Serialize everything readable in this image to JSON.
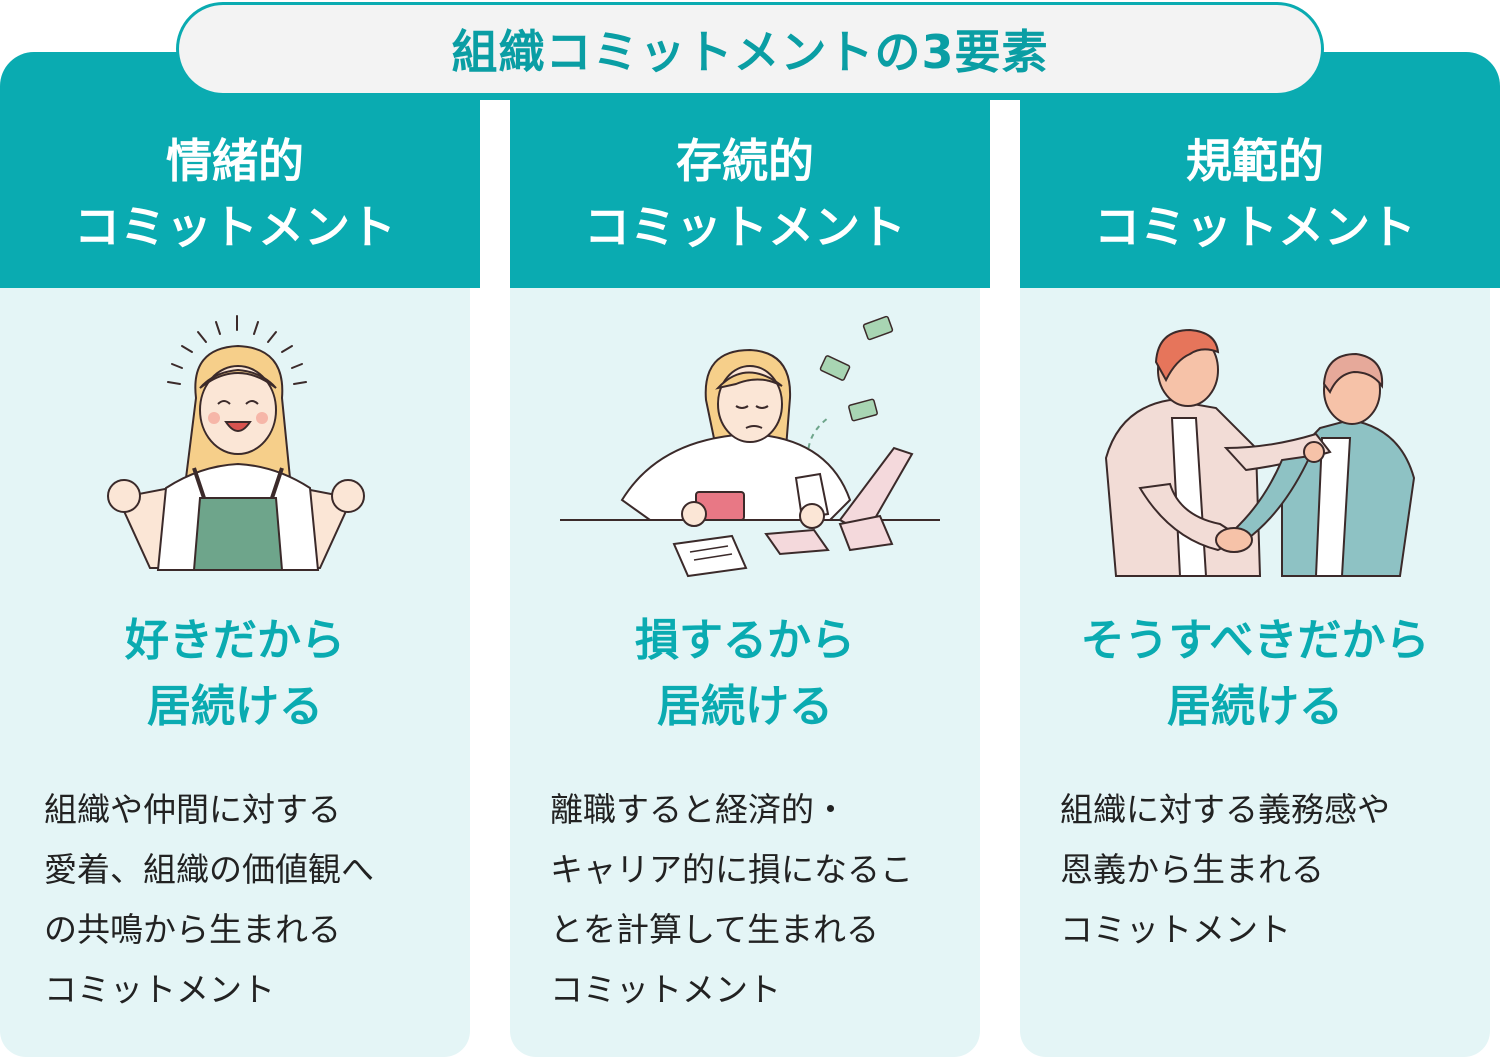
{
  "title": "組織コミットメントの3要素",
  "cards": [
    {
      "heading": [
        "情緒的",
        "コミットメント"
      ],
      "tagline": [
        "好きだから",
        "居続ける"
      ],
      "desc": [
        "組織や仲間に対する",
        "愛着、組織の価値観へ",
        "の共鳴から生まれる",
        "コミットメント"
      ],
      "illustration": "cheering-woman-icon"
    },
    {
      "heading": [
        "存続的",
        "コミットメント"
      ],
      "tagline": [
        "損するから",
        "居続ける"
      ],
      "desc": [
        "離職すると経済的・",
        "キャリア的に損になるこ",
        "とを計算して生まれる",
        "コミットメント"
      ],
      "illustration": "woman-calculating-money-icon"
    },
    {
      "heading": [
        "規範的",
        "コミットメント"
      ],
      "tagline": [
        "そうすべきだから",
        "居続ける"
      ],
      "desc": [
        "組織に対する義務感や",
        "恩義から生まれる",
        "コミットメント"
      ],
      "illustration": "handshake-men-icon"
    }
  ],
  "colors": {
    "accent": "#0aabb1",
    "card_background": "#e4f5f6",
    "title_background": "#f3f3f3",
    "body_text": "#222222"
  }
}
